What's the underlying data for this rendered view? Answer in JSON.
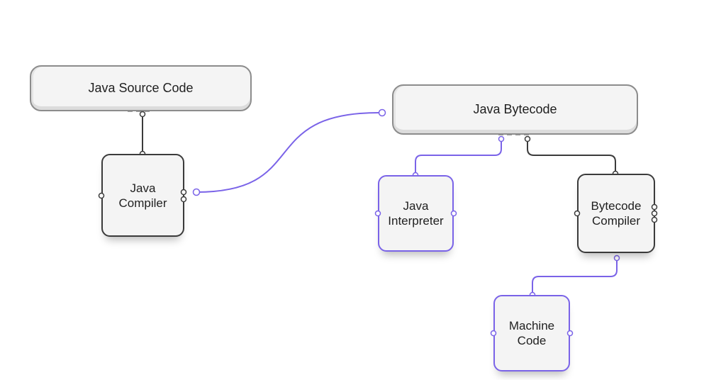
{
  "diagram": {
    "nodes": {
      "source_code": {
        "label": "Java Source Code"
      },
      "compiler": {
        "label": "Java\nCompiler"
      },
      "bytecode": {
        "label": "Java Bytecode"
      },
      "interpreter": {
        "label": "Java\nInterpreter"
      },
      "bytecode_compiler": {
        "label": "Bytecode\nCompiler"
      },
      "machine_code": {
        "label": "Machine\nCode"
      }
    },
    "connections": [
      {
        "from": "source_code",
        "to": "compiler",
        "color": "#3b3b3b"
      },
      {
        "from": "compiler",
        "to": "bytecode",
        "color": "#7a63e8"
      },
      {
        "from": "bytecode",
        "to": "interpreter",
        "color": "#7a63e8"
      },
      {
        "from": "bytecode",
        "to": "bytecode_compiler",
        "color": "#3b3b3b"
      },
      {
        "from": "bytecode_compiler",
        "to": "machine_code",
        "color": "#7a63e8"
      }
    ],
    "colors": {
      "dark": "#3b3b3b",
      "accent": "#7a63e8",
      "node_fill": "#f4f4f4"
    }
  }
}
